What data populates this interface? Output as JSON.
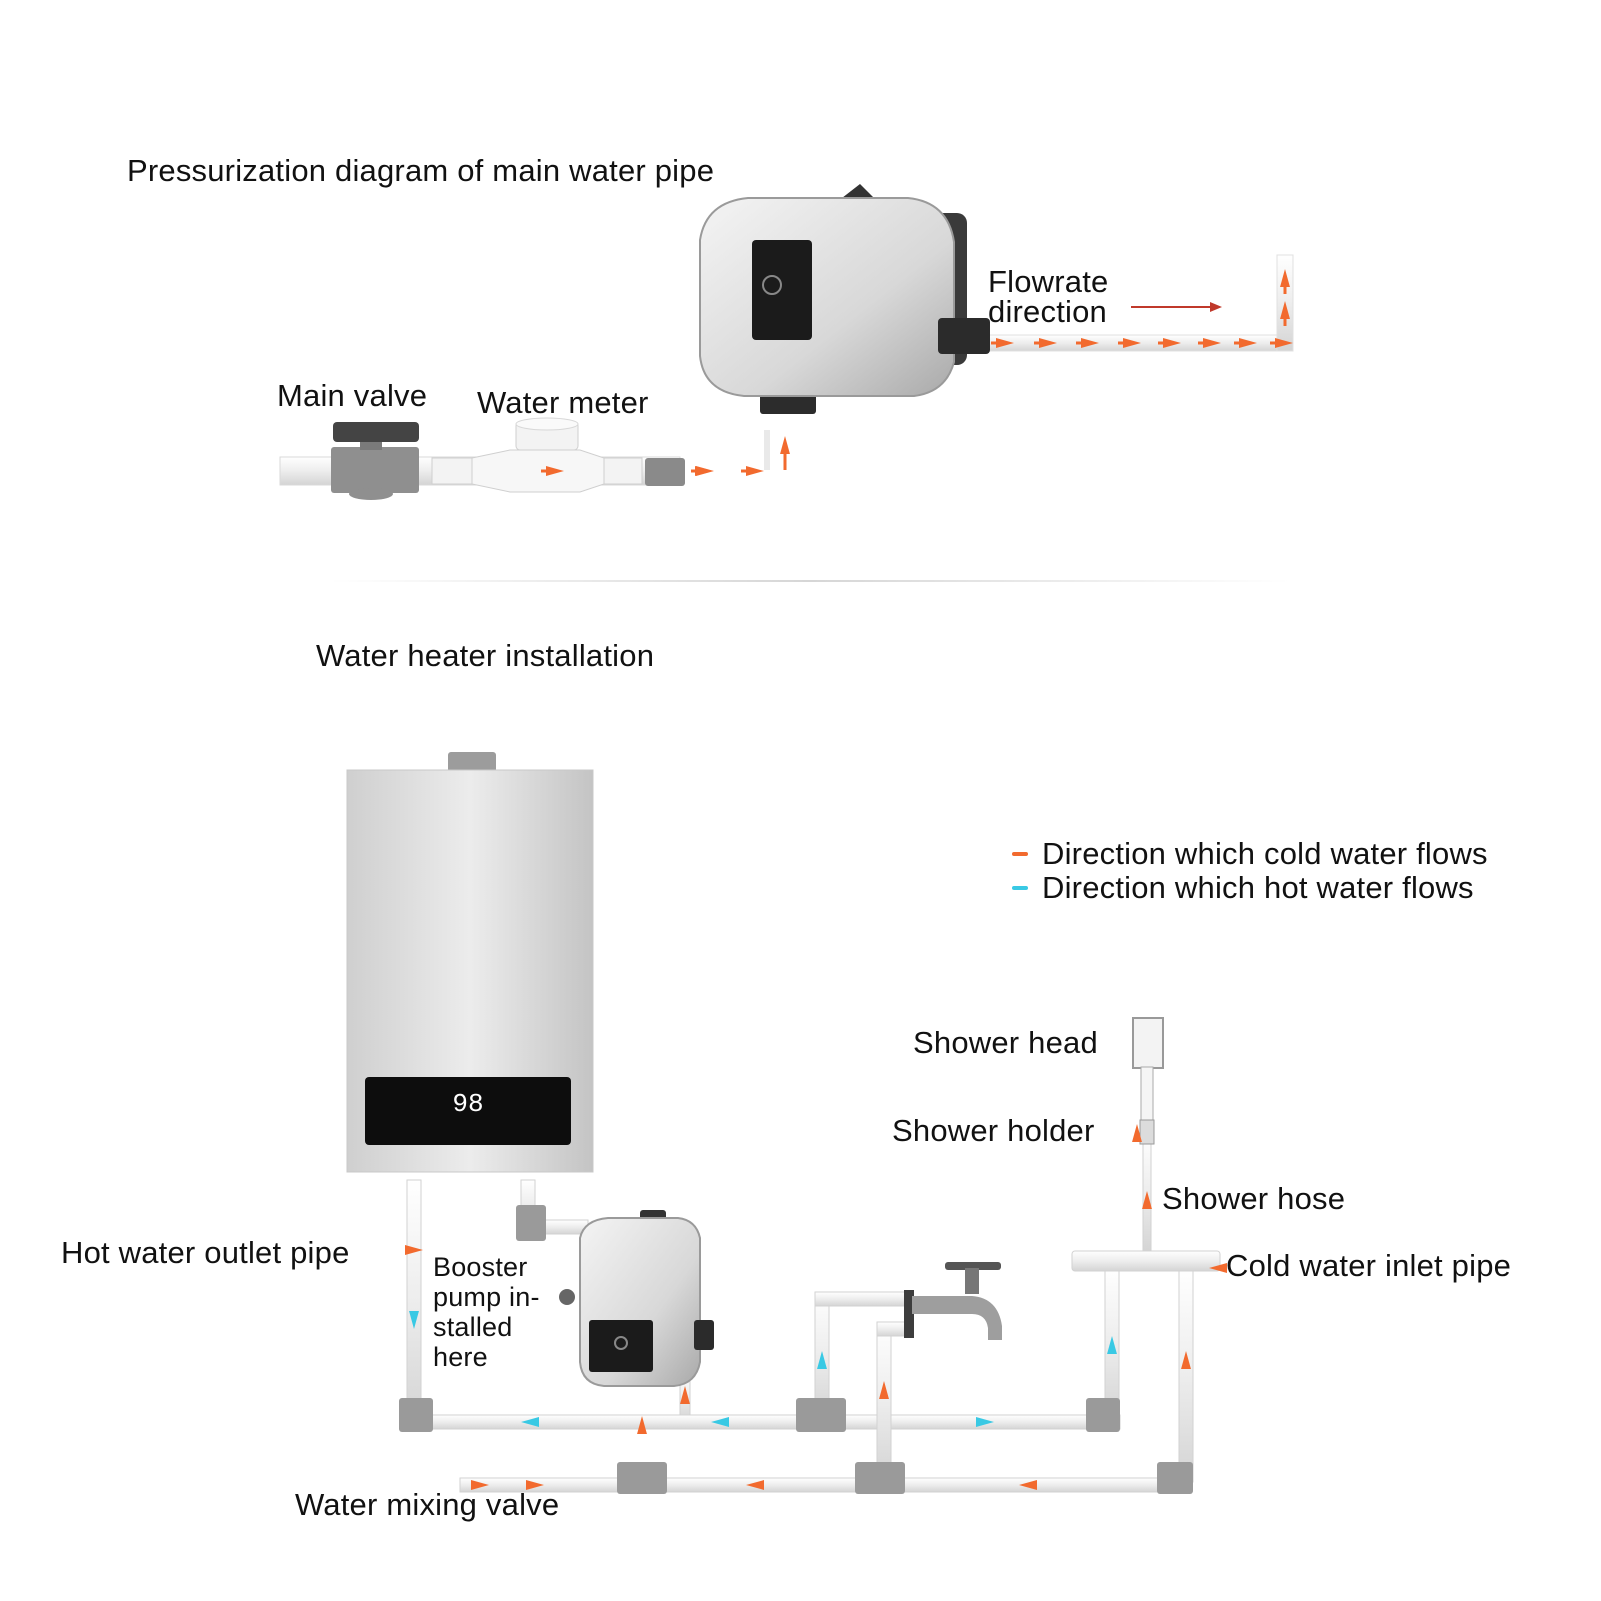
{
  "top_section": {
    "title": "Pressurization diagram of main water pipe",
    "main_valve": "Main valve",
    "water_meter": "Water meter",
    "flowrate_line1": "Flowrate",
    "flowrate_line2": "direction"
  },
  "bottom_section": {
    "title": "Water heater installation",
    "legend": {
      "cold": "Direction which cold water flows",
      "hot": "Direction which hot water flows"
    },
    "labels": {
      "hot_outlet": "Hot water outlet pipe",
      "booster_line1": "Booster",
      "booster_line2": "pump in-",
      "booster_line3": "stalled",
      "booster_line4": "here",
      "shower_head": "Shower head",
      "shower_holder": "Shower holder",
      "shower_hose": "Shower hose",
      "cold_inlet": "Cold water inlet pipe",
      "mixing_valve": "Water mixing valve"
    },
    "heater_display": "98"
  },
  "colors": {
    "cold_arrow": "#f26a2e",
    "hot_arrow": "#39c9e4",
    "pipe": "#e9e9e9",
    "fitting": "#9a9a9a",
    "text": "#111111"
  },
  "icons": [
    "booster-pump-icon",
    "ball-valve-icon",
    "water-meter-icon",
    "water-heater-icon",
    "faucet-icon",
    "shower-head-icon",
    "flow-arrow-icon"
  ]
}
